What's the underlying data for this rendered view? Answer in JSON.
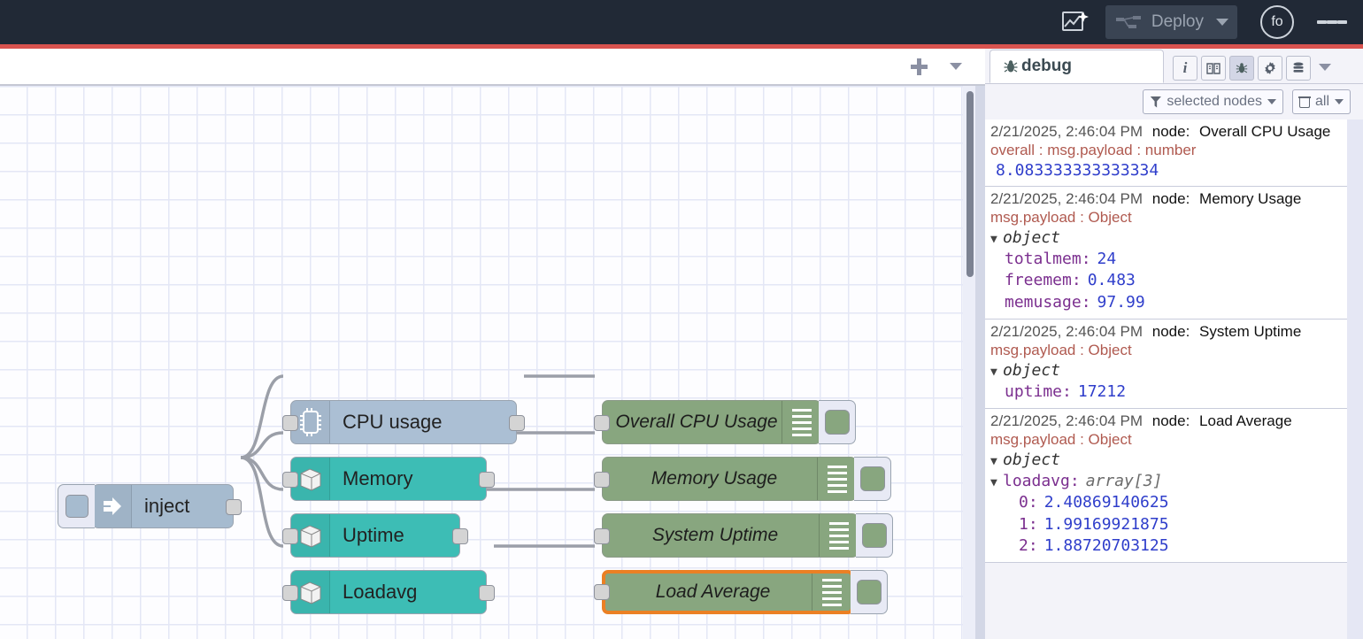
{
  "header": {
    "ai_icon": "ai-sparkle-icon",
    "deploy_label": "Deploy",
    "deploy_icon": "deploy-nodes-icon",
    "user_initials": "fo",
    "menu_icon": "hamburger-menu-icon"
  },
  "editor": {
    "add_flow_icon": "plus-icon",
    "flow_menu_icon": "chevron-down-icon"
  },
  "flow": {
    "nodes": [
      {
        "name": "inject",
        "label": "inject",
        "type": "inject",
        "icon": "arrow-right-icon"
      },
      {
        "name": "cpu-usage",
        "label": "CPU usage",
        "type": "source",
        "icon": "cpu-chip-icon"
      },
      {
        "name": "memory",
        "label": "Memory",
        "type": "source",
        "icon": "server-cube-icon"
      },
      {
        "name": "uptime",
        "label": "Uptime",
        "type": "source",
        "icon": "server-cube-icon"
      },
      {
        "name": "loadavg",
        "label": "Loadavg",
        "type": "source",
        "icon": "server-cube-icon"
      }
    ],
    "debug_nodes": [
      {
        "name": "overall-cpu-usage",
        "label": "Overall CPU Usage",
        "selected": false
      },
      {
        "name": "memory-usage",
        "label": "Memory Usage",
        "selected": false
      },
      {
        "name": "system-uptime",
        "label": "System Uptime",
        "selected": false
      },
      {
        "name": "load-average",
        "label": "Load Average",
        "selected": true
      }
    ],
    "selection_color": "#eb8024",
    "source_color": "#3dbdb5",
    "cpu_node_color": "#abbfd4",
    "inject_color": "#a6bbcf",
    "debug_color": "#88a67f"
  },
  "sidebar": {
    "active_tab": "debug",
    "tab_icon": "bug-icon",
    "tab_buttons": [
      {
        "name": "info",
        "icon": "info-icon",
        "glyph": "i",
        "active": false
      },
      {
        "name": "help",
        "icon": "book-icon",
        "glyph": "▤",
        "active": false
      },
      {
        "name": "debug",
        "icon": "bug-icon",
        "glyph": "🐞",
        "active": true
      },
      {
        "name": "config",
        "icon": "gear-icon",
        "glyph": "⚙",
        "active": false
      },
      {
        "name": "context",
        "icon": "database-icon",
        "glyph": "☲",
        "active": false
      }
    ],
    "more_tabs_icon": "chevron-down-icon",
    "filter_label": "selected nodes",
    "filter_icon": "funnel-icon",
    "clear_label": "all",
    "clear_icon": "trash-icon"
  },
  "debug_messages": [
    {
      "name": "debug-entry-overall-cpu",
      "timestamp": "2/21/2025, 2:46:04 PM",
      "node_prefix": "node:",
      "node": "Overall CPU Usage",
      "topic": "overall : msg.payload : number",
      "kind": "value",
      "value": "8.083333333333334"
    },
    {
      "name": "debug-entry-memory-usage",
      "timestamp": "2/21/2025, 2:46:04 PM",
      "node_prefix": "node:",
      "node": "Memory Usage",
      "topic": "msg.payload : Object",
      "kind": "object",
      "object_word": "object",
      "props": [
        {
          "key": "totalmem",
          "value": "24"
        },
        {
          "key": "freemem",
          "value": "0.483"
        },
        {
          "key": "memusage",
          "value": "97.99"
        }
      ]
    },
    {
      "name": "debug-entry-system-uptime",
      "timestamp": "2/21/2025, 2:46:04 PM",
      "node_prefix": "node:",
      "node": "System Uptime",
      "topic": "msg.payload : Object",
      "kind": "object",
      "object_word": "object",
      "props": [
        {
          "key": "uptime",
          "value": "17212"
        }
      ]
    },
    {
      "name": "debug-entry-load-average",
      "timestamp": "2/21/2025, 2:46:04 PM",
      "node_prefix": "node:",
      "node": "Load Average",
      "topic": "msg.payload : Object",
      "kind": "array",
      "object_word": "object",
      "array_key": "loadavg",
      "array_type": "array[3]",
      "items": [
        {
          "key": "0",
          "value": "2.40869140625"
        },
        {
          "key": "1",
          "value": "1.99169921875"
        },
        {
          "key": "2",
          "value": "1.88720703125"
        }
      ]
    }
  ]
}
